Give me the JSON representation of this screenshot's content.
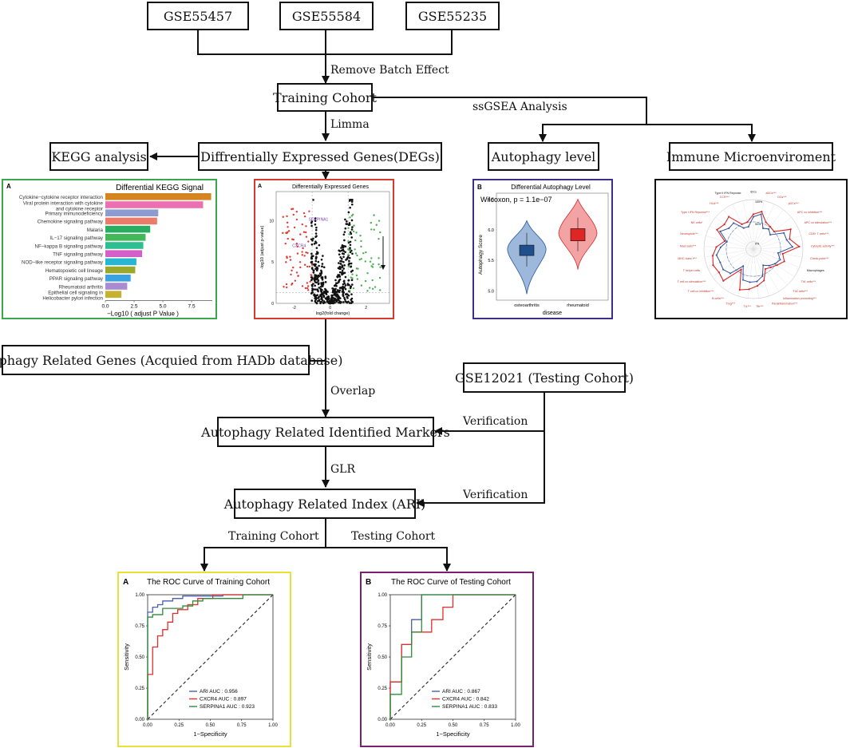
{
  "top_datasets": [
    "GSE55457",
    "GSE55584",
    "GSE55235"
  ],
  "labels": {
    "remove_batch": "Remove Batch Effect",
    "training_cohort": "Training Cohort",
    "limma": "Limma",
    "ssgsea": "ssGSEA Analysis",
    "kegg_analysis": "KEGG analysis",
    "degs": "Diffrentially Expressed Genes(DEGs)",
    "autophagy_level": "Autophagy level",
    "immune_micro": "Immune Microenviroment",
    "autophagy_genes": "Autophagy Related Genes (Acquied from HADb database)",
    "overlap": "Overlap",
    "testing_dataset": "GSE12021 (Testing Cohort)",
    "verification1": "Verification",
    "markers": "Autophagy Related Identified Markers",
    "glr": "GLR",
    "verification2": "Verification",
    "ari": "Autophagy Related Index (ARI)",
    "training_branch": "Training Cohort",
    "testing_branch": "Testing Cohort"
  },
  "kegg_panel": {
    "letter": "A",
    "title": "Differential KEGG Signal",
    "xlabel": "−Log10 ( adjust P Value )",
    "ticks": [
      "0.0",
      "2.5",
      "5.0",
      "7.5"
    ],
    "xmax": 9.3
  },
  "volcano_panel": {
    "letter": "A",
    "title": "Differentially Expressed Genes",
    "xlabel": "log2(fold change)",
    "ylabel": "-log10 (adjust p-value)",
    "xticks": [
      "-2",
      "0",
      "2"
    ],
    "yticks": [
      "0",
      "5",
      "10"
    ],
    "annotations": [
      "SERPINA1",
      "CXCR4"
    ]
  },
  "autophagy_panel": {
    "letter": "B",
    "title": "Differential Autophagy Level",
    "stat": "Wilcoxon, p = 1.1e−07",
    "ylabel": "Autophagy Score",
    "xlabel": "disease",
    "groups": [
      "osteoarthritis",
      "rheumatoid"
    ],
    "yticks": [
      "5.0",
      "5.5",
      "6.0",
      "6.5"
    ]
  },
  "immune_panel": {
    "radial_labels": [
      "0%",
      "50%",
      "100%"
    ],
    "spokes": [
      "aDCs***",
      "DCs***",
      "pDCs***",
      "APC co inhibition***",
      "APC co stimulation***",
      "CD8+ T cells***",
      "Cytolytic activity***",
      "Check-point***",
      "Macrophages",
      "Th1 cells***",
      "Th2 cells***",
      "Inflammation promoting***",
      "Parainflammation***",
      "Tfh***",
      "TIL***",
      "Treg***",
      "B cells***",
      "T cell co inhibition***",
      "T cell co stimulation***",
      "T helper cells",
      "MHC class I***",
      "Mast cells***",
      "Neutrophils***",
      "NK cells*",
      "Type I IFN Reponse***",
      "HLA***",
      "CCR***",
      "Type II IFN Reponse",
      "iDCs"
    ]
  },
  "roc_training": {
    "letter": "A",
    "title": "The ROC Curve of Training Cohort",
    "xlabel": "1−Specificity",
    "ylabel": "Sensitivity",
    "legend": [
      "ARI  AUC : 0.956",
      "CXCR4  AUC : 0.897",
      "SERPINA1  AUC : 0.923"
    ]
  },
  "roc_testing": {
    "letter": "B",
    "title": "The ROC Curve of Testing Cohort",
    "xlabel": "1−Specificity",
    "ylabel": "Sensitivity",
    "legend": [
      "ARI  AUC : 0.867",
      "CXCR4  AUC : 0.842",
      "SERPINA1  AUC : 0.833"
    ]
  },
  "roc_ticks": [
    "0.00",
    "0.25",
    "0.50",
    "0.75",
    "1.00"
  ],
  "chart_data": [
    {
      "type": "bar",
      "title": "Differential KEGG Signal",
      "xlabel": "−Log10 ( adjust P Value )",
      "categories": [
        "Cytokine−cytokine receptor interaction",
        "Viral protein interaction with cytokine and cytokine receptor",
        "Primary immunodeficiency",
        "Chemokine signaling pathway",
        "Malaria",
        "IL−17 signaling pathway",
        "NF−kappa B signaling pathway",
        "TNF signaling pathway",
        "NOD−like receptor signaling pathway",
        "Hematopoietic cell lineage",
        "PPAR signaling pathway",
        "Rheumatoid arthritis",
        "Epithelial cell signaling in Helicobacter pylori infection"
      ],
      "values": [
        9.2,
        8.5,
        4.6,
        4.5,
        3.9,
        3.5,
        3.3,
        3.2,
        2.7,
        2.6,
        2.2,
        1.9,
        1.4
      ],
      "colors": [
        "#d4851f",
        "#ec6fb1",
        "#8e9bd1",
        "#ec7b6a",
        "#27ae60",
        "#43b858",
        "#2ebf91",
        "#d45fc8",
        "#28b6d3",
        "#9aa82c",
        "#3aa2e0",
        "#a98bd0",
        "#c6b22e"
      ]
    },
    {
      "type": "line",
      "title": "The ROC Curve of Training Cohort",
      "xlabel": "1−Specificity",
      "ylabel": "Sensitivity",
      "series": [
        {
          "name": "ARI  AUC : 0.956",
          "color": "#4a5fb0",
          "x": [
            0,
            0,
            0.04,
            0.04,
            0.08,
            0.08,
            0.12,
            0.12,
            0.2,
            0.2,
            0.28,
            0.28,
            0.6,
            0.6,
            1
          ],
          "y": [
            0,
            0.86,
            0.86,
            0.9,
            0.9,
            0.92,
            0.92,
            0.95,
            0.95,
            0.97,
            0.97,
            0.99,
            0.99,
            1,
            1
          ]
        },
        {
          "name": "CXCR4  AUC : 0.897",
          "color": "#e0302c",
          "x": [
            0,
            0,
            0.04,
            0.04,
            0.08,
            0.08,
            0.12,
            0.12,
            0.16,
            0.16,
            0.2,
            0.2,
            0.24,
            0.24,
            0.32,
            0.32,
            0.4,
            0.4,
            0.52,
            0.52,
            1
          ],
          "y": [
            0,
            0.36,
            0.36,
            0.58,
            0.58,
            0.67,
            0.67,
            0.72,
            0.72,
            0.78,
            0.78,
            0.85,
            0.85,
            0.88,
            0.88,
            0.92,
            0.92,
            0.97,
            0.97,
            1,
            1
          ]
        },
        {
          "name": "SERPINA1  AUC : 0.923",
          "color": "#2e8b3a",
          "x": [
            0,
            0,
            0.04,
            0.04,
            0.12,
            0.12,
            0.28,
            0.28,
            0.36,
            0.36,
            0.44,
            0.44,
            0.76,
            0.76,
            1
          ],
          "y": [
            0,
            0.82,
            0.82,
            0.84,
            0.84,
            0.89,
            0.89,
            0.91,
            0.91,
            0.95,
            0.95,
            0.97,
            0.97,
            1,
            1
          ]
        }
      ]
    },
    {
      "type": "line",
      "title": "The ROC Curve of Testing Cohort",
      "xlabel": "1−Specificity",
      "ylabel": "Sensitivity",
      "series": [
        {
          "name": "ARI  AUC : 0.867",
          "color": "#4a5fb0",
          "x": [
            0,
            0,
            0.09,
            0.09,
            0.17,
            0.17,
            0.25,
            0.25,
            1
          ],
          "y": [
            0,
            0.3,
            0.3,
            0.6,
            0.6,
            0.8,
            0.8,
            1,
            1
          ]
        },
        {
          "name": "CXCR4  AUC : 0.842",
          "color": "#e0302c",
          "x": [
            0,
            0,
            0.09,
            0.09,
            0.17,
            0.17,
            0.33,
            0.33,
            0.42,
            0.42,
            0.5,
            0.5,
            1
          ],
          "y": [
            0,
            0.3,
            0.3,
            0.6,
            0.6,
            0.7,
            0.7,
            0.8,
            0.8,
            0.9,
            0.9,
            1,
            1
          ]
        },
        {
          "name": "SERPINA1  AUC : 0.833",
          "color": "#2e8b3a",
          "x": [
            0,
            0,
            0.09,
            0.09,
            0.17,
            0.17,
            0.25,
            0.25,
            1
          ],
          "y": [
            0,
            0.2,
            0.2,
            0.5,
            0.5,
            0.7,
            0.7,
            1,
            1
          ]
        }
      ]
    }
  ]
}
